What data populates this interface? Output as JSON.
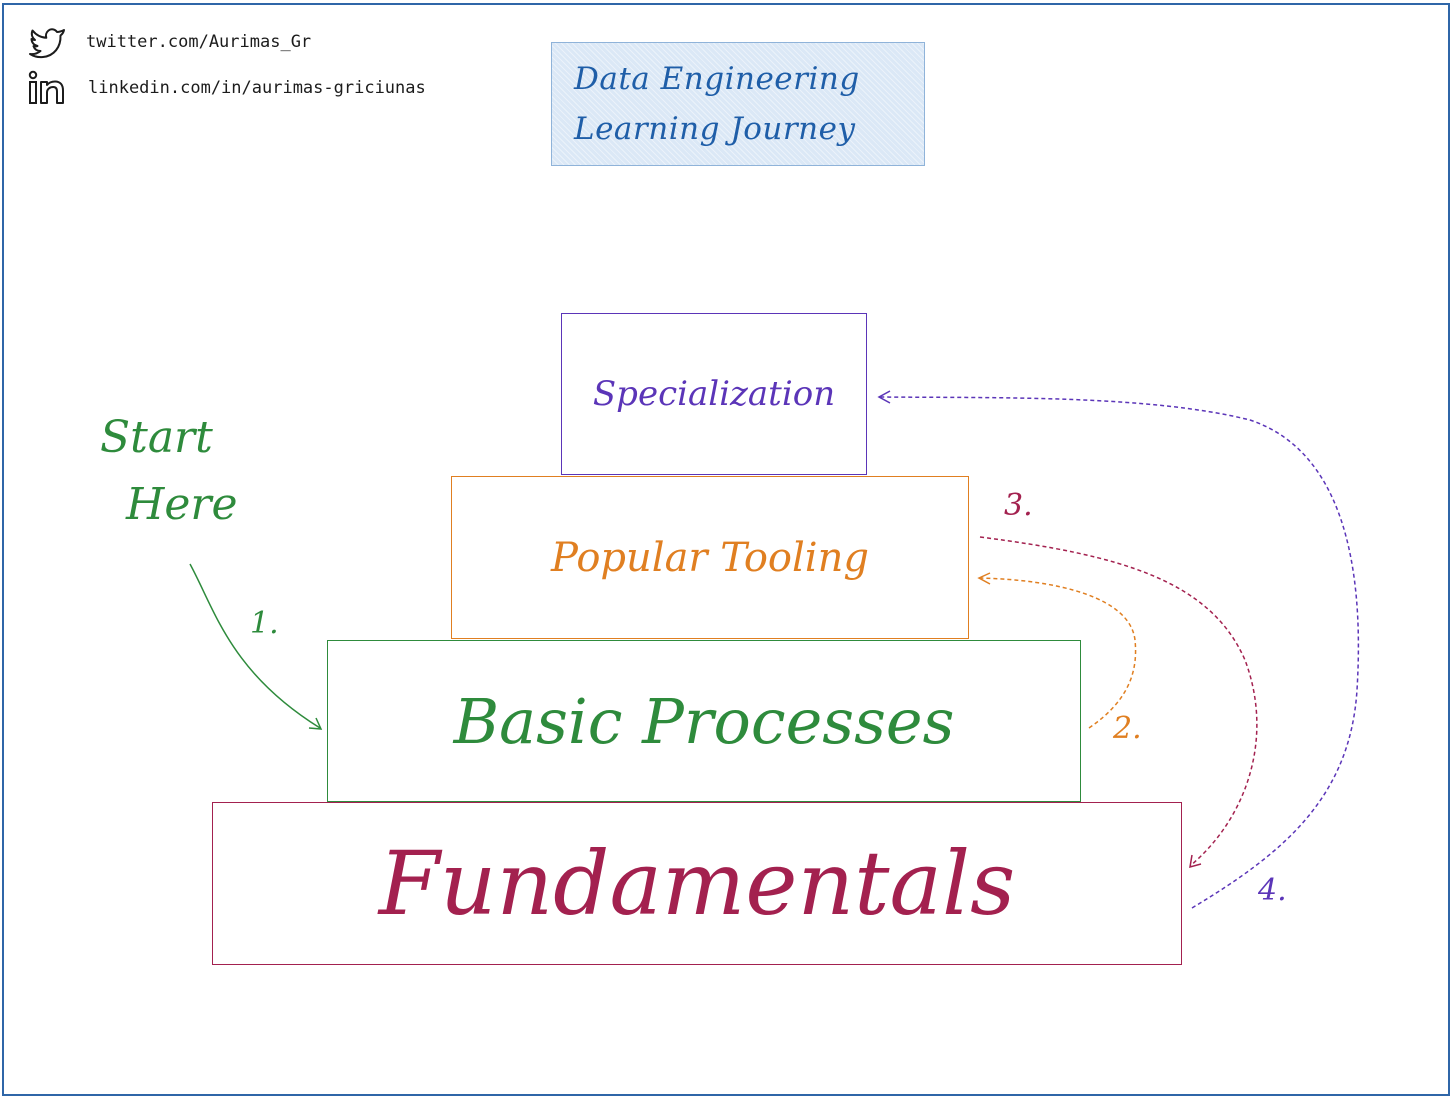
{
  "social": {
    "twitter": {
      "icon": "twitter-bird-icon",
      "text": "twitter.com/Aurimas_Gr"
    },
    "linkedin": {
      "icon": "linkedin-icon",
      "text": "linkedin.com/in/aurimas-griciunas"
    }
  },
  "title": {
    "line1": "Data Engineering",
    "line2": "Learning Journey"
  },
  "tiers": {
    "specialization": "Specialization",
    "popular_tooling": "Popular Tooling",
    "basic_processes": "Basic Processes",
    "fundamentals": "Fundamentals"
  },
  "start": {
    "line1": "Start",
    "line2": "Here"
  },
  "steps": {
    "s1": "1.",
    "s2": "2.",
    "s3": "3.",
    "s4": "4."
  },
  "colors": {
    "frame": "#2f66a8",
    "title": "#1f5ea8",
    "specialization": "#5b35b8",
    "popular_tooling": "#e07f21",
    "basic_processes": "#2e8b3c",
    "fundamentals": "#a3214f"
  }
}
